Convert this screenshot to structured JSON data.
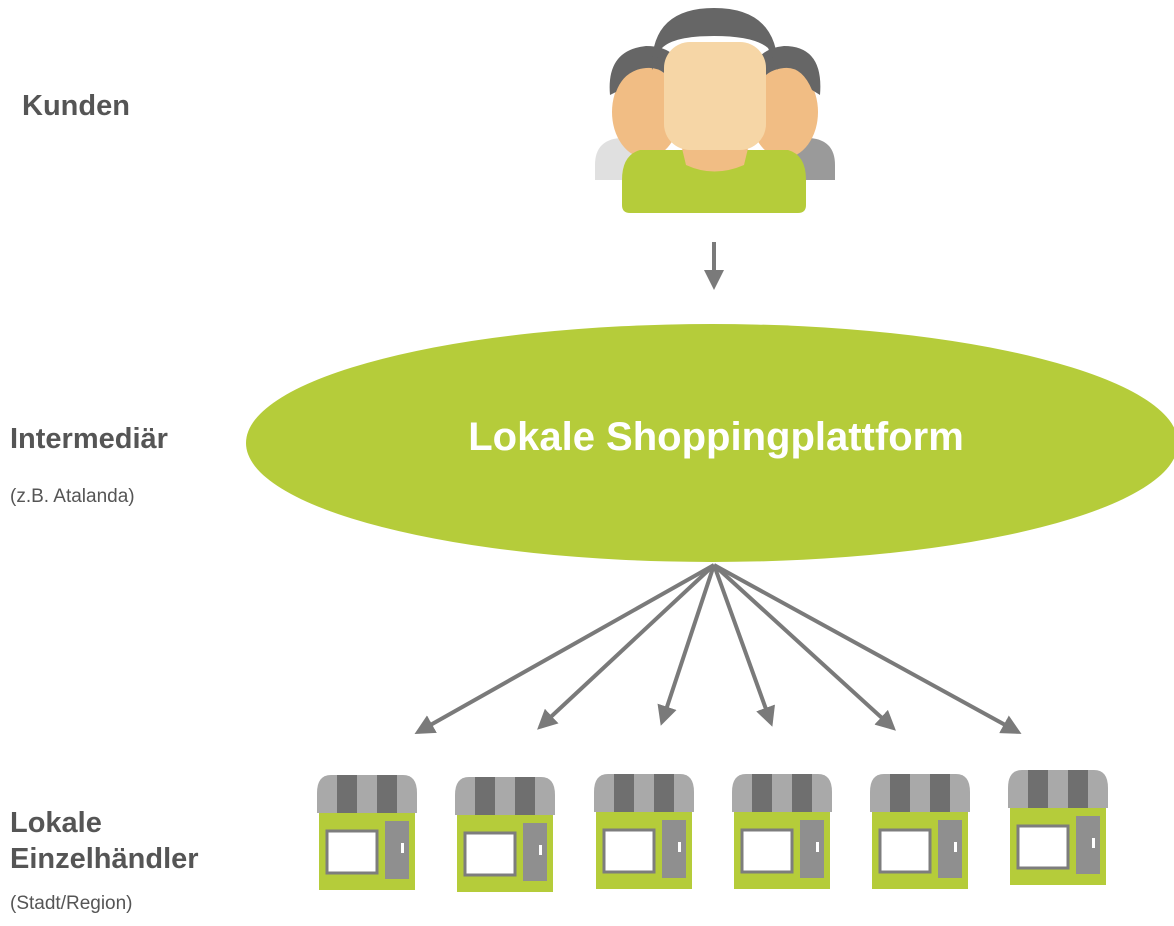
{
  "labels": {
    "customers": "Kunden",
    "intermediary": "Intermediär",
    "intermediary_example": "(z.B. Atalanda)",
    "retailers_line1": "Lokale",
    "retailers_line2": "Einzelhändler",
    "retailers_scope": "(Stadt/Region)"
  },
  "platform": {
    "label": "Lokale Shoppingplattform"
  },
  "icons": {
    "customers": "people-group-icon",
    "store": "storefront-icon"
  },
  "colors": {
    "accent_green": "#b5cc3a",
    "dark_gray": "#666666",
    "mid_gray": "#9a9a9a",
    "light_gray": "#d8d8d8",
    "skin": "#f6d6a6",
    "skin_dark": "#f1bd84",
    "arrow": "#7a7a7a",
    "text": "#555555"
  }
}
